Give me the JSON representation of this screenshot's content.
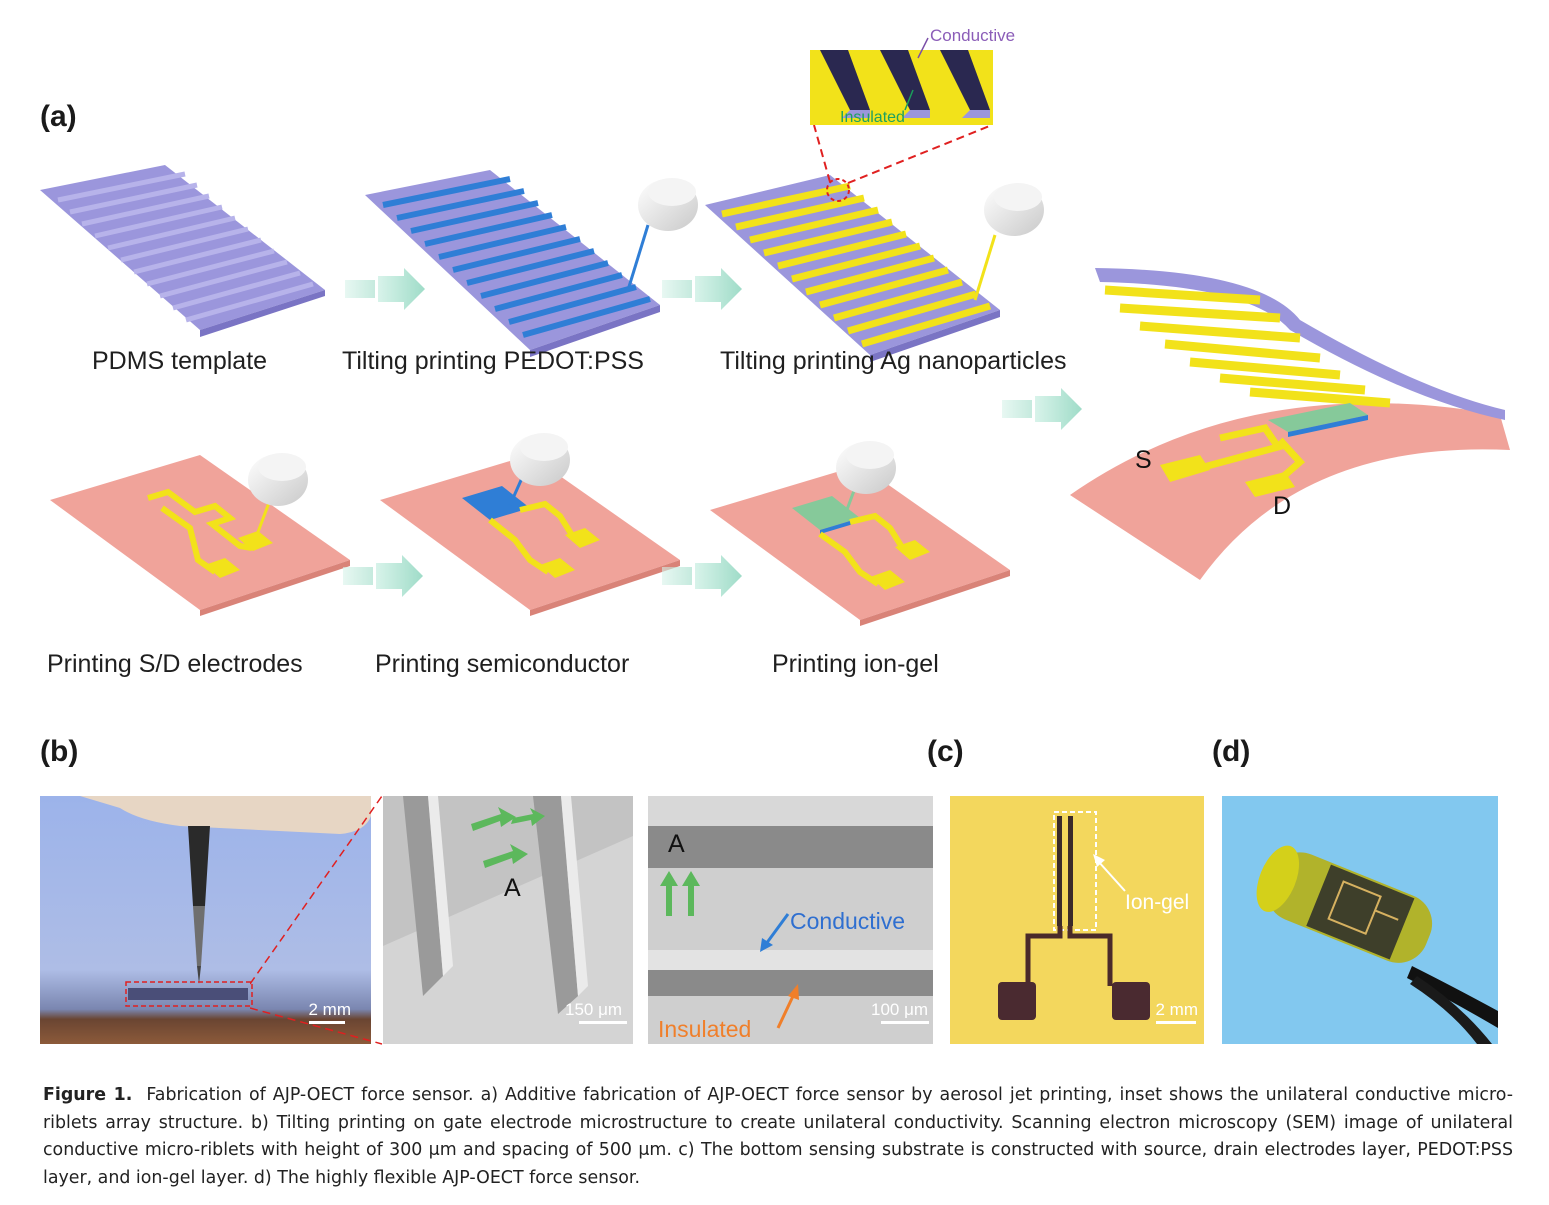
{
  "panel_a": {
    "label": "(a)",
    "inset": {
      "conductive": "Conductive",
      "insulated": "Insulated"
    },
    "top_steps": [
      "PDMS template",
      "Tilting printing PEDOT:PSS",
      "Tilting printing Ag nanoparticles"
    ],
    "bottom_steps": [
      "Printing S/D electrodes",
      "Printing semiconductor",
      "Printing ion-gel"
    ],
    "final_labels": {
      "source": "S",
      "drain": "D"
    }
  },
  "panel_b": {
    "label": "(b)",
    "photo_scale": "2 mm",
    "sem1": {
      "marker": "A",
      "scale": "150 μm"
    },
    "sem2": {
      "marker": "A",
      "conductive": "Conductive",
      "insulated": "Insulated",
      "scale": "100 μm"
    }
  },
  "panel_c": {
    "label": "(c)",
    "ion_gel": "Ion-gel",
    "scale": "2 mm"
  },
  "panel_d": {
    "label": "(d)"
  },
  "caption": {
    "figure_label": "Figure 1.",
    "text": "Fabrication of AJP-OECT force sensor. a) Additive fabrication of AJP-OECT force sensor by aerosol jet printing, inset shows the unilateral conductive micro-riblets array structure. b) Tilting printing on gate electrode microstructure to create unilateral conductivity. Scanning electron microscopy (SEM) image of unilateral conductive micro-riblets with height of 300 μm and spacing of 500 μm. c) The bottom sensing substrate is constructed with source, drain electrodes layer, PEDOT:PSS layer, and ion-gel layer. d) The highly flexible AJP-OECT force sensor."
  },
  "colors": {
    "pdms": "#9b96dc",
    "pedot": "#2f7ed6",
    "silver": "#f2e21a",
    "substrate": "#f0a39a",
    "iongel": "#86c99a",
    "arrow": "#a8e0cf",
    "background_c": "#f4d55c",
    "background_d": "#7fc6ee"
  }
}
